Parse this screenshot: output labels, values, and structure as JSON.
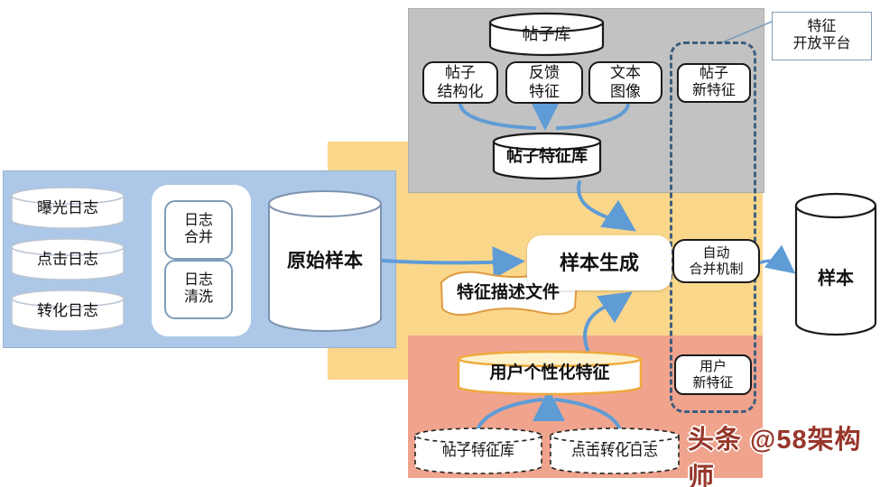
{
  "colors": {
    "post_region_bg": "#C2C2C2",
    "log_region_bg": "#ACC7E7",
    "sample_region_bg": "#FBD78C",
    "user_region_bg": "#F0A48D",
    "arrow": "#5F9CD6",
    "dashed_outline": "#3E5E7E",
    "feature_desc_border": "#E09B40",
    "user_feature_border": "#EFA93C",
    "watermark_color": "#97362A"
  },
  "platform": {
    "label": "特征\n开放平台"
  },
  "post_area": {
    "db": "帖子库",
    "struct": "帖子\n结构化",
    "feedback": "反馈\n特征",
    "text_image": "文本\n图像",
    "new_feature": "帖子\n新特征",
    "feature_db": "帖子特征库"
  },
  "log_area": {
    "exposure": "曝光日志",
    "click": "点击日志",
    "conversion": "转化日志",
    "merge": "日志\n合并",
    "clean": "日志\n清洗",
    "raw_sample": "原始样本"
  },
  "sample_area": {
    "generate": "样本生成",
    "feature_desc": "特征描述文件",
    "auto_merge": "自动\n合并机制",
    "sample": "样本"
  },
  "user_area": {
    "feature_db": "用户个性化特征",
    "post_feature_db": "帖子特征库",
    "click_conversion": "点击转化日志",
    "new_feature": "用户\n新特征"
  },
  "watermark": {
    "text": "头条 @58架构师"
  }
}
